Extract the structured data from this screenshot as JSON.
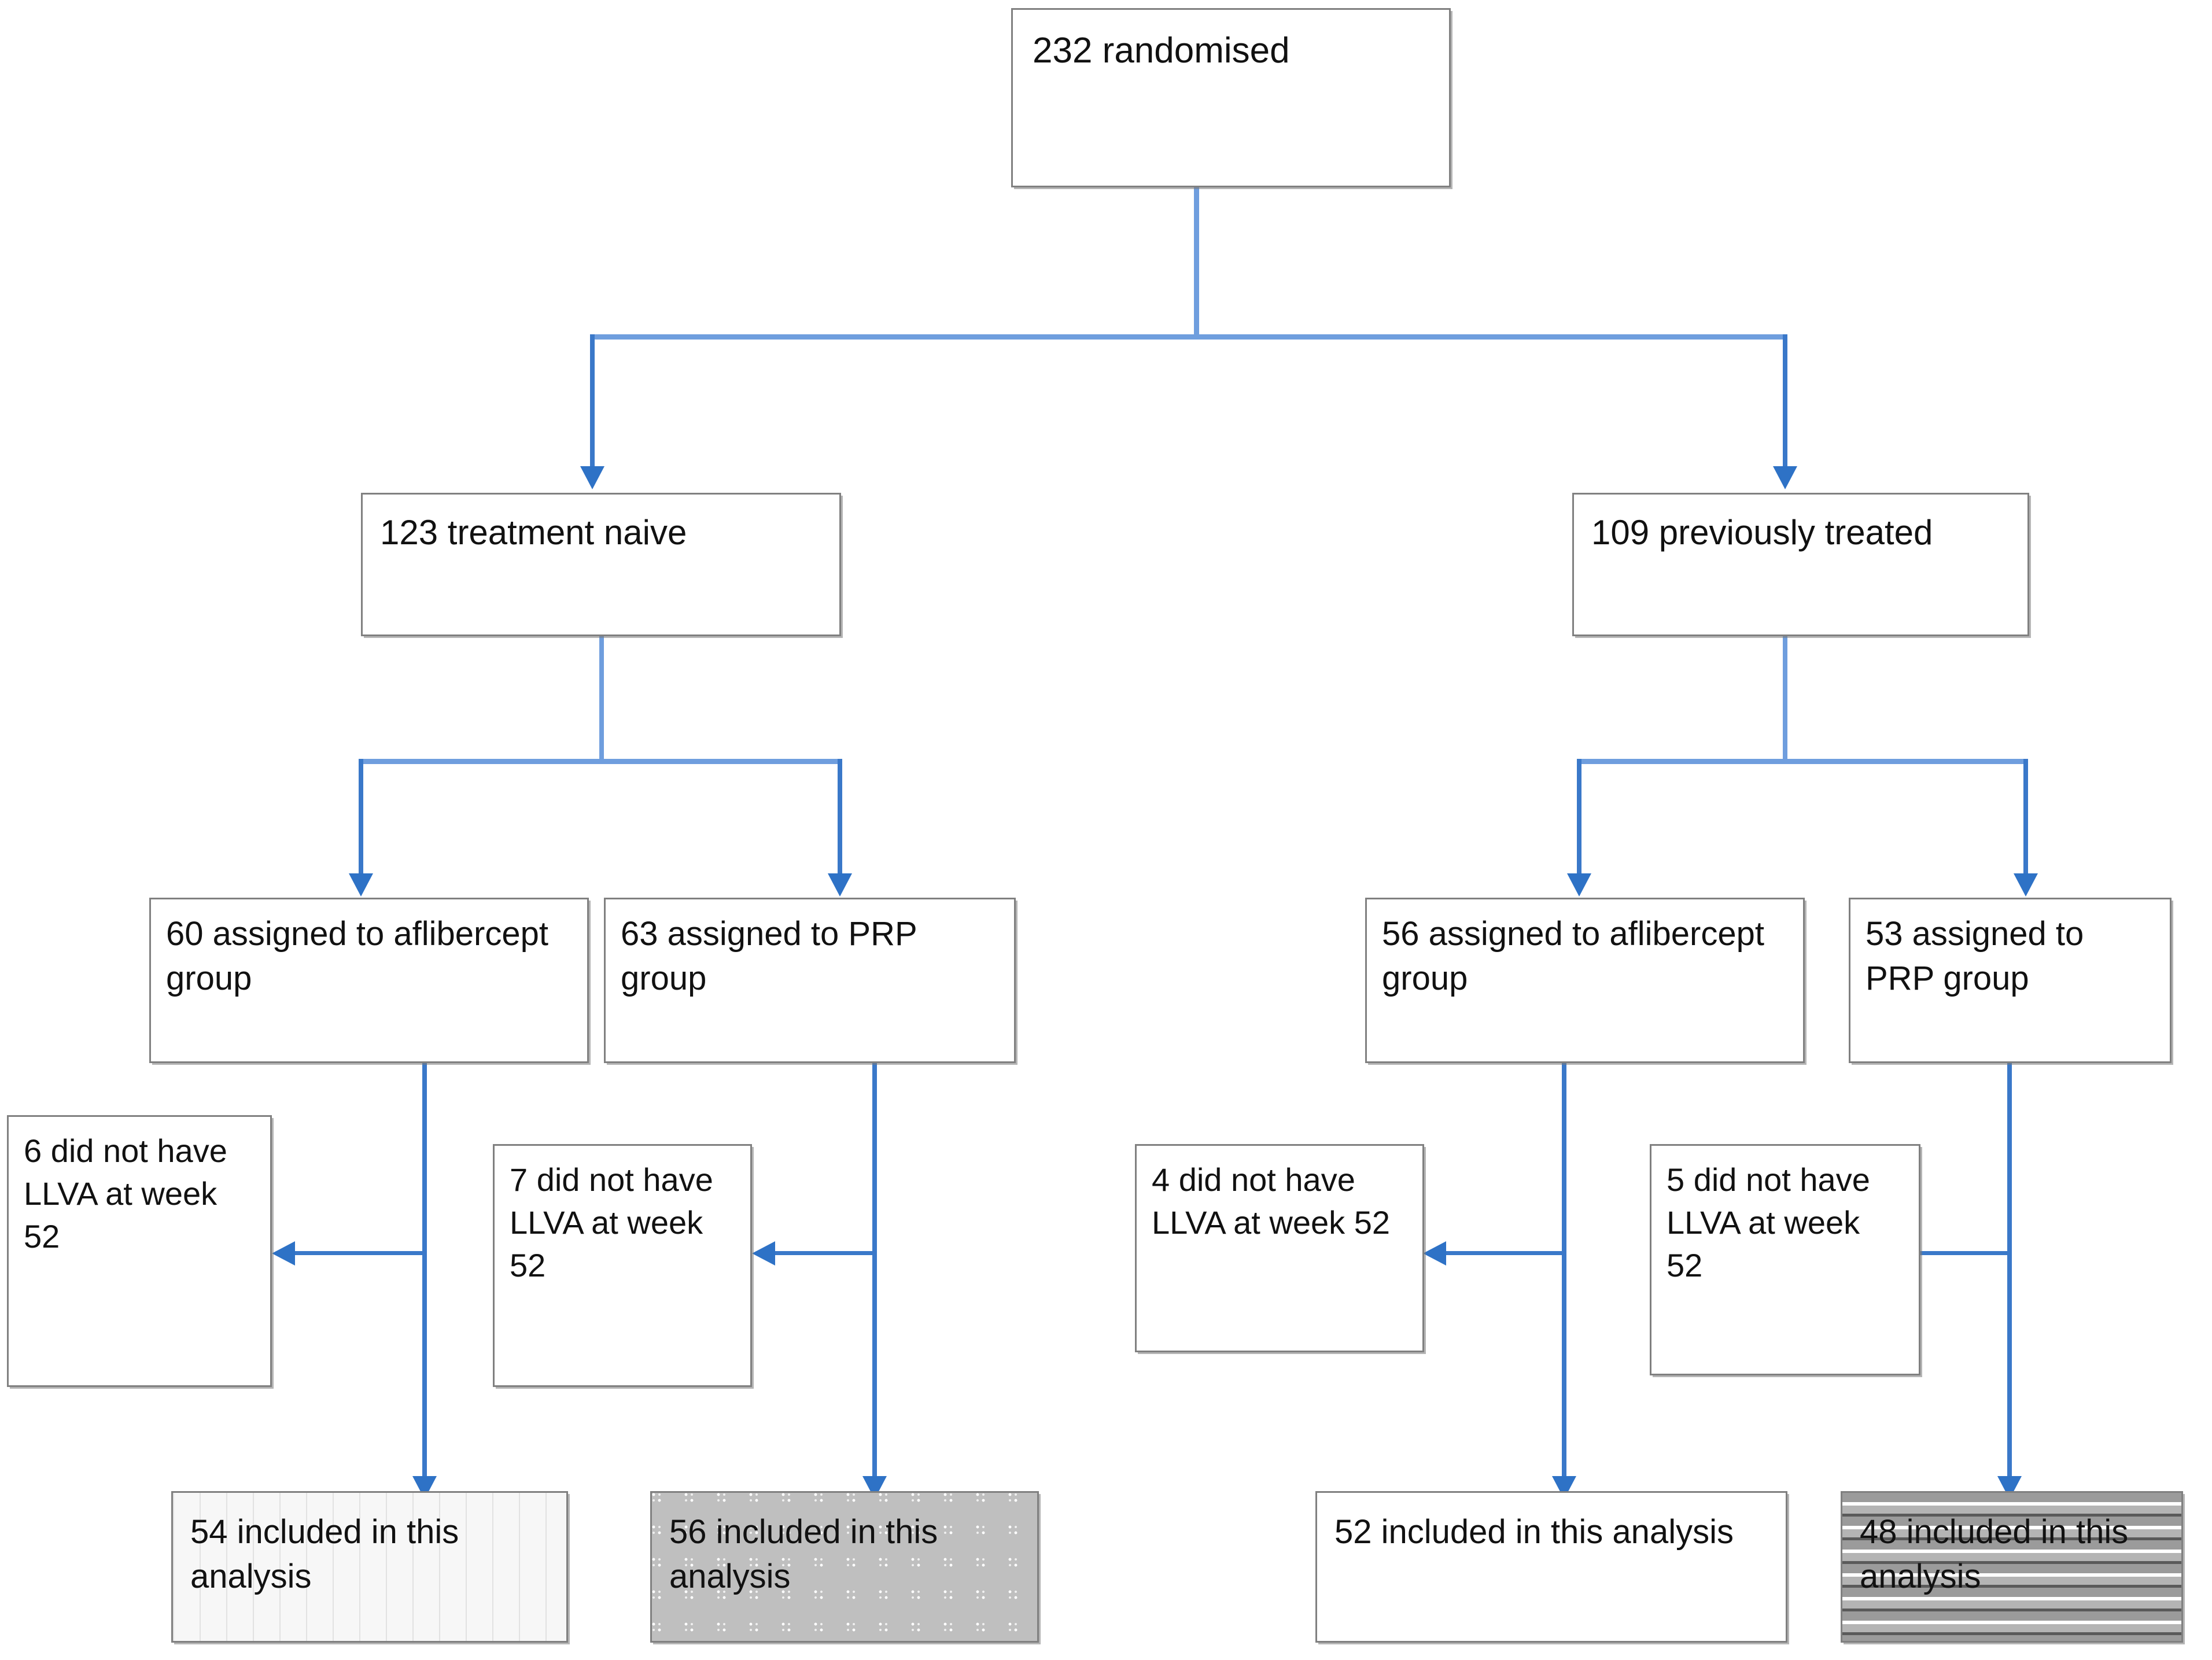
{
  "diagram": {
    "title": "CONSORT participant flow diagram",
    "colors": {
      "connector": "#6f9ede",
      "connector_strong": "#3a78c9",
      "arrow": "#2e72c6",
      "box_border": "#808080",
      "box_fill": "#ffffff",
      "fill_vertical_stripe": "#f4f4f4",
      "fill_dotted_gray": "#bfbfbf",
      "fill_horizontal_stripe": "#a9a9a9",
      "text": "#111111"
    },
    "nodes": {
      "root": {
        "label": "232 randomised",
        "count": 232
      },
      "naive": {
        "label": "123 treatment naive",
        "count": 123
      },
      "previously_treated": {
        "label": "109 previously treated",
        "count": 109
      },
      "naive_aflibercept": {
        "label": "60 assigned to aflibercept group",
        "count": 60
      },
      "naive_prp": {
        "label": "63 assigned to PRP group",
        "count": 63
      },
      "prev_aflibercept": {
        "label": "56 assigned to aflibercept group",
        "count": 56
      },
      "prev_prp": {
        "label": "53 assigned to PRP group",
        "count": 53
      },
      "naive_aflibercept_excluded": {
        "label": "6 did not have LLVA at week 52",
        "count": 6
      },
      "naive_prp_excluded": {
        "label": "7 did not have LLVA at week 52",
        "count": 7
      },
      "prev_aflibercept_excluded": {
        "label": "4 did not have LLVA at week 52",
        "count": 4
      },
      "prev_prp_excluded": {
        "label": "5 did not have LLVA at week 52",
        "count": 5
      },
      "naive_aflibercept_included": {
        "label": "54 included in this analysis",
        "count": 54,
        "fill": "vertical-stripe"
      },
      "naive_prp_included": {
        "label": "56 included in this analysis",
        "count": 56,
        "fill": "dotted-gray"
      },
      "prev_aflibercept_included": {
        "label": "52 included in this analysis",
        "count": 52,
        "fill": "plain-white"
      },
      "prev_prp_included": {
        "label": "48 included in this analysis",
        "count": 48,
        "fill": "horizontal-stripe"
      }
    }
  }
}
